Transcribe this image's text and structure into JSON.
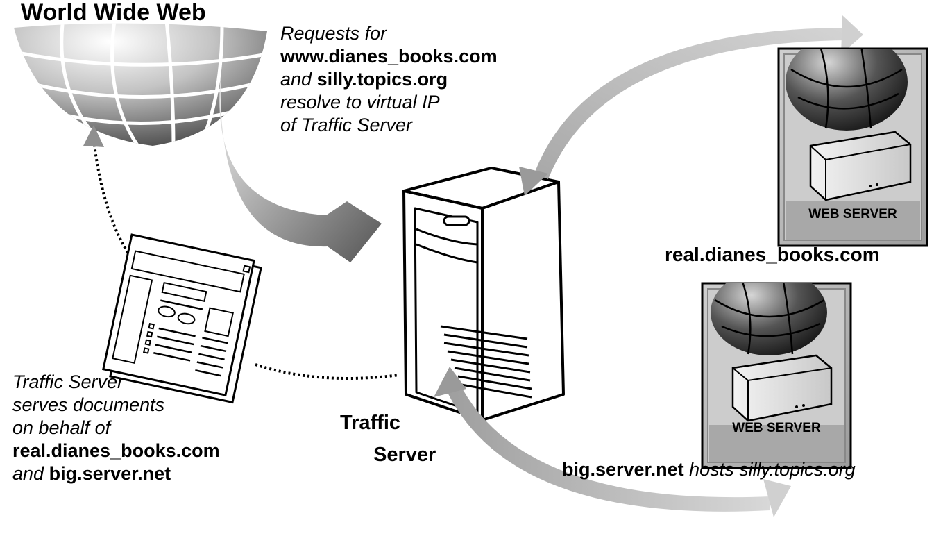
{
  "globe": {
    "title": "World Wide Web"
  },
  "dns_note": {
    "line1": "Requests for",
    "domain1": "www.dianes_books.com",
    "and_word": "and",
    "domain2": "silly.topics.org",
    "line4": "resolve to virtual IP",
    "line5": "of Traffic Server"
  },
  "traffic_server": {
    "label_line1": "Traffic",
    "label_line2": "Server"
  },
  "serve_note": {
    "line1": "Traffic Server",
    "line2": "serves documents",
    "line3": "on behalf of",
    "host1": "real.dianes_books.com",
    "and_word": "and",
    "host2": "big.server.net"
  },
  "web_server_1": {
    "badge": "WEB SERVER",
    "hostname": "real.dianes_books.com"
  },
  "web_server_2": {
    "badge": "WEB SERVER",
    "hostname": "big.server.net",
    "hosts_text": "hosts silly.topics.org"
  },
  "colors": {
    "ink": "#000000",
    "arrow_gray": "#9a9a9a",
    "panel_gray": "#b5b5b5",
    "globe_dark": "#5a5a5a"
  }
}
